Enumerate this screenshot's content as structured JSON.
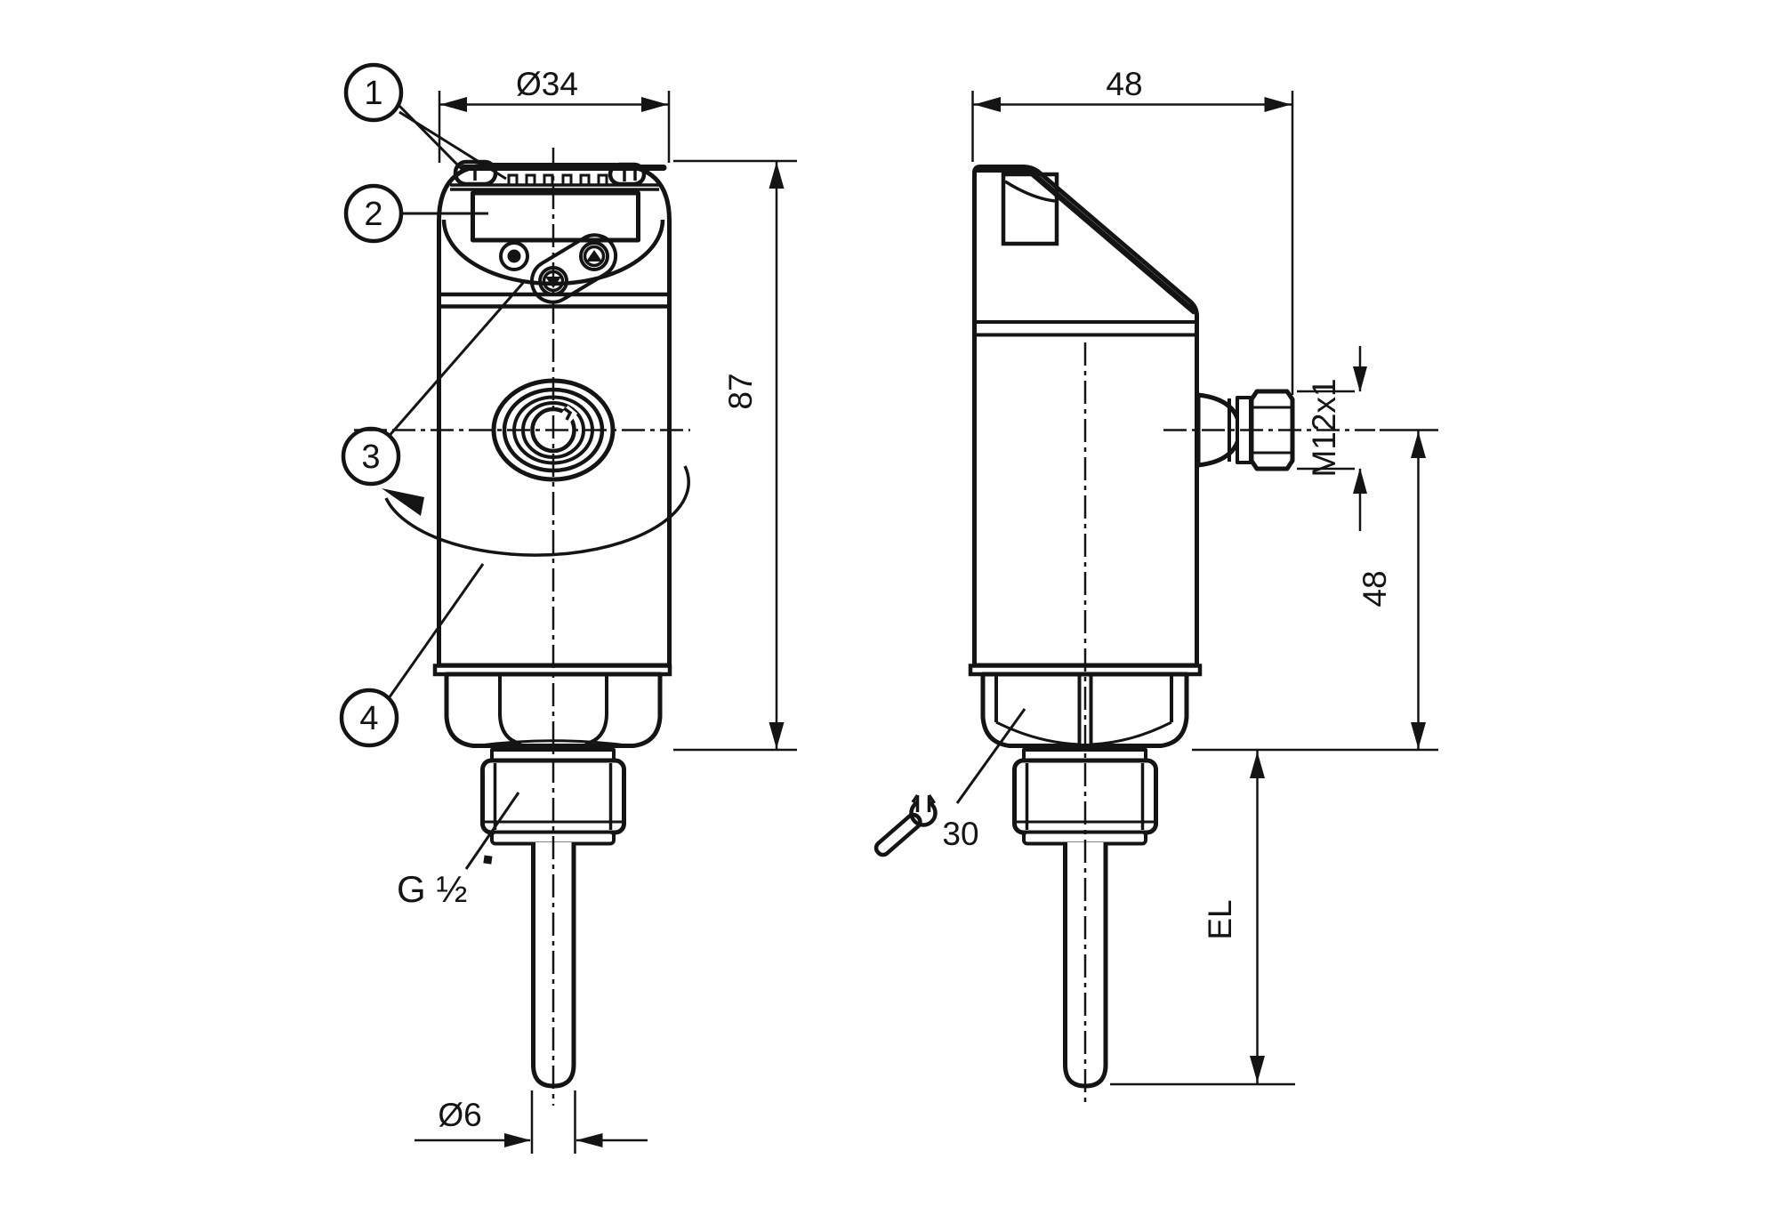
{
  "colors": {
    "background": "#ffffff",
    "line": "#141414"
  },
  "callouts": {
    "c1": "1",
    "c2": "2",
    "c3": "3",
    "c4": "4"
  },
  "dimensions": {
    "front_width": "Ø34",
    "height": "87",
    "depth": "48",
    "connector_thread": "M12x1",
    "connector_axis_height": "48",
    "process_connection": "G ½",
    "probe_diameter": "Ø6",
    "insertion_length": "EL",
    "wrench_size": "30"
  },
  "icons": {
    "wrench": "open-end-wrench-icon",
    "rotation": "rotation-arrow-icon",
    "button_up": "up-arrow-button-icon",
    "button_down": "down-arrow-button-icon"
  }
}
